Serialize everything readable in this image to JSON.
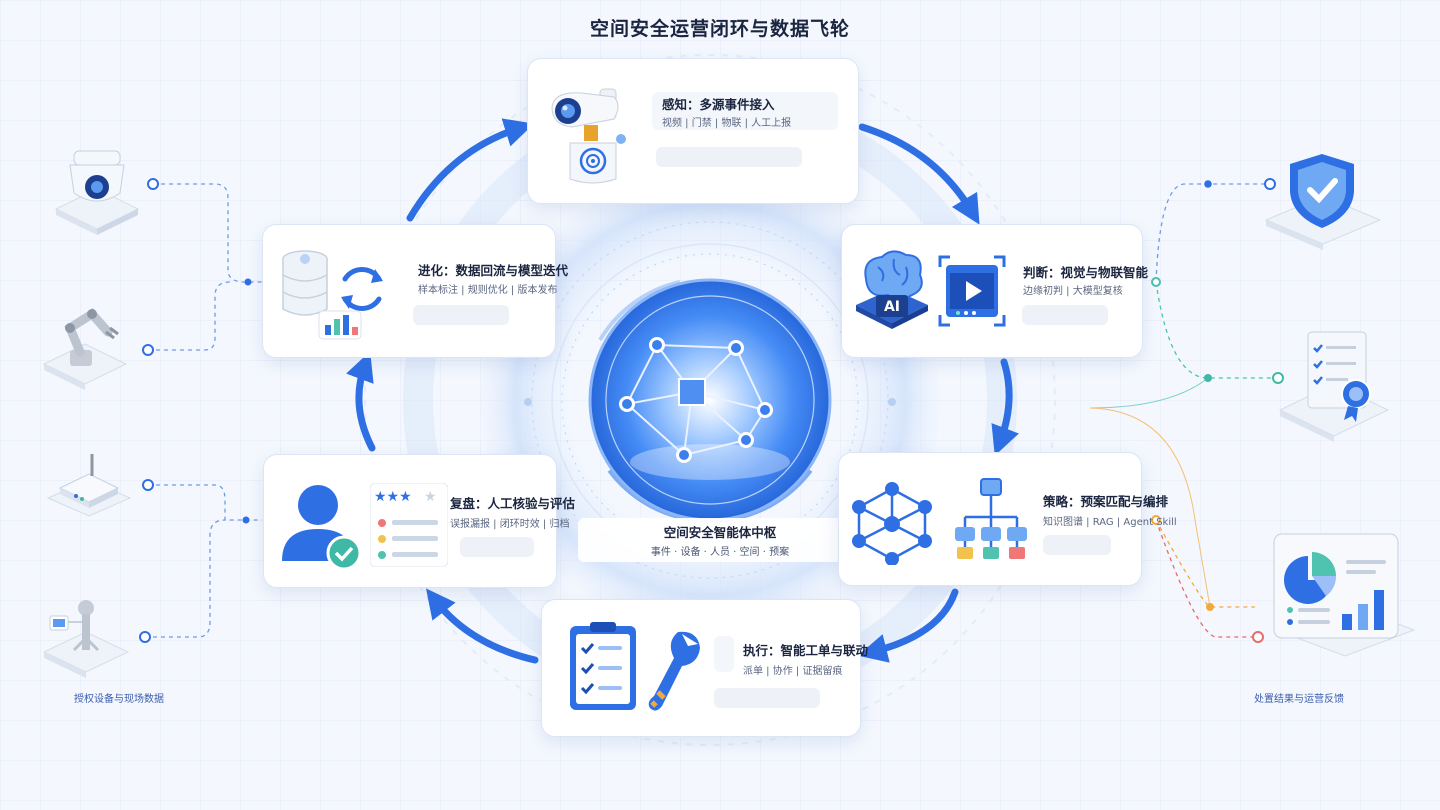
{
  "title": "空间安全运营闭环与数据飞轮",
  "hub": {
    "title": "空间安全智能体中枢",
    "subtitle": "事件 · 设备 · 人员 · 空间 · 预案"
  },
  "stages": [
    {
      "id": "perceive",
      "title": "感知：多源事件接入",
      "subtitle": "视频 | 门禁 | 物联 | 人工上报"
    },
    {
      "id": "judge",
      "title": "判断：视觉与物联智能",
      "subtitle": "边缘初判 | 大模型复核"
    },
    {
      "id": "strategy",
      "title": "策略：预案匹配与编排",
      "subtitle": "知识图谱 | RAG | Agent Skill"
    },
    {
      "id": "execute",
      "title": "执行：智能工单与联动",
      "subtitle": "派单 | 协作 | 证据留痕"
    },
    {
      "id": "review",
      "title": "复盘：人工核验与评估",
      "subtitle": "误报漏报 | 闭环时效 | 归档"
    },
    {
      "id": "evolve",
      "title": "进化：数据回流与模型迭代",
      "subtitle": "样本标注 | 规则优化 | 版本发布"
    }
  ],
  "left_label": "授权设备与现场数据",
  "right_label": "处置结果与运营反馈",
  "colors": {
    "accent": "#2f6fe4",
    "accent_light": "#6fa2f5",
    "teal": "#3fb8a6",
    "orange": "#f2a93b",
    "red": "#e96a6a",
    "card_bg": "#ffffff"
  },
  "icons": {
    "left_devices": [
      "dome-camera-icon",
      "robot-arm-icon",
      "iot-gateway-icon",
      "field-sensor-icon"
    ],
    "right_outputs": [
      "shield-check-icon",
      "certificate-document-icon",
      "dashboard-chart-icon"
    ],
    "hub": "network-cube-icon"
  }
}
